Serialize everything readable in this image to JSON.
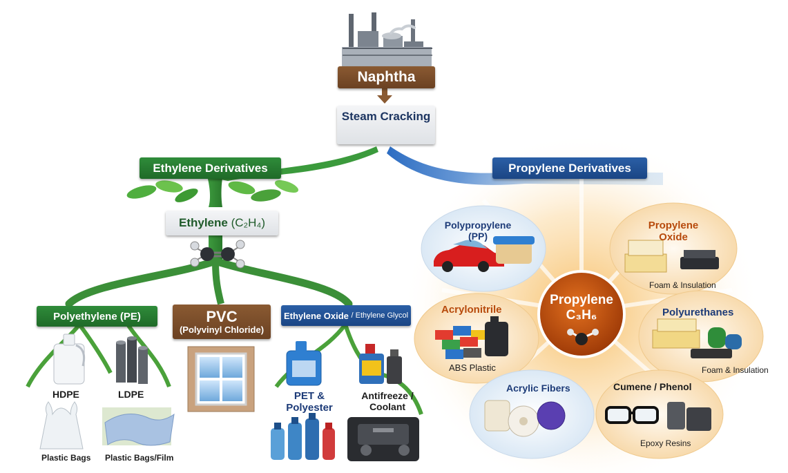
{
  "source": {
    "label": "Naphtha",
    "icon": "refinery-icon"
  },
  "process": {
    "label": "Steam Cracking",
    "icon": "molecule-icon"
  },
  "branches": {
    "ethylene": "Ethylene Derivatives",
    "propylene": "Propylene Derivatives"
  },
  "ethylene": {
    "name": "Ethylene",
    "formula": "(C₂H₄)",
    "icon": "ethylene-molecule-icon",
    "groups": [
      {
        "title": "Polyethylene (PE)",
        "color": "#2f8c3a",
        "items": [
          {
            "label": "HDPE",
            "icon": "jug-icon"
          },
          {
            "label": "LDPE",
            "icon": "pipes-icon"
          },
          {
            "label": "Plastic Bags",
            "icon": "plastic-bag-icon"
          },
          {
            "label": "Plastic Bags/Film",
            "icon": "film-icon"
          }
        ]
      },
      {
        "title": "PVC",
        "subtitle": "(Polyvinyl Chloride)",
        "color": "#8a5a32",
        "items": [
          {
            "icon": "window-icon"
          }
        ]
      },
      {
        "title": "Ethylene Oxide",
        "title_suffix": "/ Ethylene Glycol",
        "color": "#2b5fa6",
        "items": [
          {
            "label": "PET & Polyester",
            "icon": "bottles-icon"
          },
          {
            "label": "Antifreeze / Coolant",
            "icon": "engine-icon"
          }
        ]
      }
    ]
  },
  "propylene": {
    "name": "Propylene",
    "formula": "C₃H₆",
    "icon": "propylene-molecule-icon",
    "products": [
      {
        "label": "Polypropylene (PP)",
        "icon": "car-container-icon"
      },
      {
        "label": "Propylene Oxide",
        "caption": "Foam & Insulation",
        "icon": "foam-icon"
      },
      {
        "label": "Acrylonitrile",
        "caption": "ABS Plastic",
        "icon": "bricks-icon"
      },
      {
        "label": "Polyurethanes",
        "caption": "Foam & Insulation",
        "icon": "insulation-icon"
      },
      {
        "label": "Acrylic Fibers",
        "icon": "yarn-icon"
      },
      {
        "label": "Cumene / Phenol",
        "caption": "Epoxy Resins",
        "icon": "glasses-icon"
      }
    ]
  },
  "colors": {
    "green": "#2f8c3a",
    "blue": "#2b5fa6",
    "brown": "#8a5a32",
    "orange": "#c2410c",
    "navy": "#1d3b78"
  }
}
